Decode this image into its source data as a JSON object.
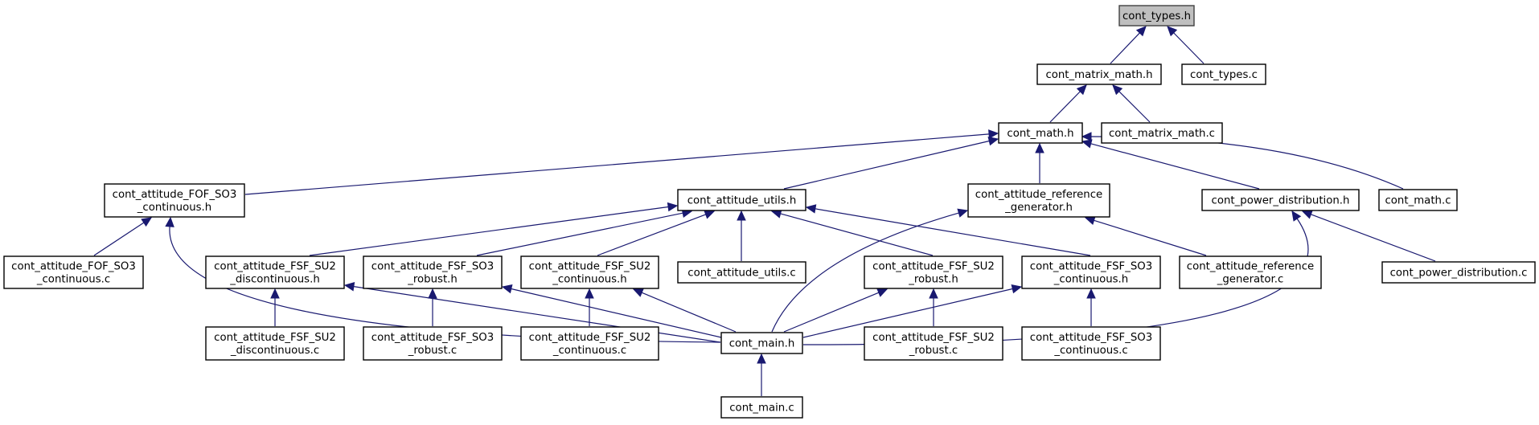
{
  "diagram": {
    "root": "cont_types.h",
    "nodes": [
      {
        "id": "cont_types_h",
        "lines": [
          "cont_types.h"
        ],
        "root": true
      },
      {
        "id": "cont_matrix_math_h",
        "lines": [
          "cont_matrix_math.h"
        ]
      },
      {
        "id": "cont_types_c",
        "lines": [
          "cont_types.c"
        ]
      },
      {
        "id": "cont_math_h",
        "lines": [
          "cont_math.h"
        ]
      },
      {
        "id": "cont_matrix_math_c",
        "lines": [
          "cont_matrix_math.c"
        ]
      },
      {
        "id": "fof_so3_cont_h",
        "lines": [
          "cont_attitude_FOF_SO3",
          "_continuous.h"
        ]
      },
      {
        "id": "attitude_utils_h",
        "lines": [
          "cont_attitude_utils.h"
        ]
      },
      {
        "id": "ref_gen_h",
        "lines": [
          "cont_attitude_reference",
          "_generator.h"
        ]
      },
      {
        "id": "power_dist_h",
        "lines": [
          "cont_power_distribution.h"
        ]
      },
      {
        "id": "cont_math_c",
        "lines": [
          "cont_math.c"
        ]
      },
      {
        "id": "fof_so3_cont_c",
        "lines": [
          "cont_attitude_FOF_SO3",
          "_continuous.c"
        ]
      },
      {
        "id": "fsf_su2_disc_h",
        "lines": [
          "cont_attitude_FSF_SU2",
          "_discontinuous.h"
        ]
      },
      {
        "id": "fsf_so3_rob_h",
        "lines": [
          "cont_attitude_FSF_SO3",
          "_robust.h"
        ]
      },
      {
        "id": "fsf_su2_cont_h",
        "lines": [
          "cont_attitude_FSF_SU2",
          "_continuous.h"
        ]
      },
      {
        "id": "attitude_utils_c",
        "lines": [
          "cont_attitude_utils.c"
        ]
      },
      {
        "id": "fsf_su2_rob_h",
        "lines": [
          "cont_attitude_FSF_SU2",
          "_robust.h"
        ]
      },
      {
        "id": "fsf_so3_cont_h",
        "lines": [
          "cont_attitude_FSF_SO3",
          "_continuous.h"
        ]
      },
      {
        "id": "ref_gen_c",
        "lines": [
          "cont_attitude_reference",
          "_generator.c"
        ]
      },
      {
        "id": "power_dist_c",
        "lines": [
          "cont_power_distribution.c"
        ]
      },
      {
        "id": "fsf_su2_disc_c",
        "lines": [
          "cont_attitude_FSF_SU2",
          "_discontinuous.c"
        ]
      },
      {
        "id": "fsf_so3_rob_c",
        "lines": [
          "cont_attitude_FSF_SO3",
          "_robust.c"
        ]
      },
      {
        "id": "fsf_su2_cont_c",
        "lines": [
          "cont_attitude_FSF_SU2",
          "_continuous.c"
        ]
      },
      {
        "id": "cont_main_h",
        "lines": [
          "cont_main.h"
        ]
      },
      {
        "id": "fsf_su2_rob_c",
        "lines": [
          "cont_attitude_FSF_SU2",
          "_robust.c"
        ]
      },
      {
        "id": "fsf_so3_cont_c",
        "lines": [
          "cont_attitude_FSF_SO3",
          "_continuous.c"
        ]
      },
      {
        "id": "cont_main_c",
        "lines": [
          "cont_main.c"
        ]
      }
    ],
    "edges": [
      [
        "cont_types_h",
        "cont_matrix_math_h"
      ],
      [
        "cont_types_h",
        "cont_types_c"
      ],
      [
        "cont_matrix_math_h",
        "cont_math_h"
      ],
      [
        "cont_matrix_math_h",
        "cont_matrix_math_c"
      ],
      [
        "cont_math_h",
        "fof_so3_cont_h"
      ],
      [
        "cont_math_h",
        "attitude_utils_h"
      ],
      [
        "cont_math_h",
        "ref_gen_h"
      ],
      [
        "cont_math_h",
        "power_dist_h"
      ],
      [
        "cont_math_h",
        "cont_math_c"
      ],
      [
        "fof_so3_cont_h",
        "fof_so3_cont_c"
      ],
      [
        "fof_so3_cont_h",
        "cont_main_h"
      ],
      [
        "attitude_utils_h",
        "fsf_su2_disc_h"
      ],
      [
        "attitude_utils_h",
        "fsf_so3_rob_h"
      ],
      [
        "attitude_utils_h",
        "fsf_su2_cont_h"
      ],
      [
        "attitude_utils_h",
        "attitude_utils_c"
      ],
      [
        "attitude_utils_h",
        "fsf_su2_rob_h"
      ],
      [
        "attitude_utils_h",
        "fsf_so3_cont_h"
      ],
      [
        "ref_gen_h",
        "cont_main_h"
      ],
      [
        "ref_gen_h",
        "ref_gen_c"
      ],
      [
        "power_dist_h",
        "cont_main_h"
      ],
      [
        "power_dist_h",
        "power_dist_c"
      ],
      [
        "fsf_su2_disc_h",
        "fsf_su2_disc_c"
      ],
      [
        "fsf_su2_disc_h",
        "cont_main_h"
      ],
      [
        "fsf_so3_rob_h",
        "fsf_so3_rob_c"
      ],
      [
        "fsf_so3_rob_h",
        "cont_main_h"
      ],
      [
        "fsf_su2_cont_h",
        "fsf_su2_cont_c"
      ],
      [
        "fsf_su2_cont_h",
        "cont_main_h"
      ],
      [
        "fsf_su2_rob_h",
        "cont_main_h"
      ],
      [
        "fsf_su2_rob_h",
        "fsf_su2_rob_c"
      ],
      [
        "fsf_so3_cont_h",
        "cont_main_h"
      ],
      [
        "fsf_so3_cont_h",
        "fsf_so3_cont_c"
      ],
      [
        "cont_main_h",
        "cont_main_c"
      ]
    ]
  }
}
